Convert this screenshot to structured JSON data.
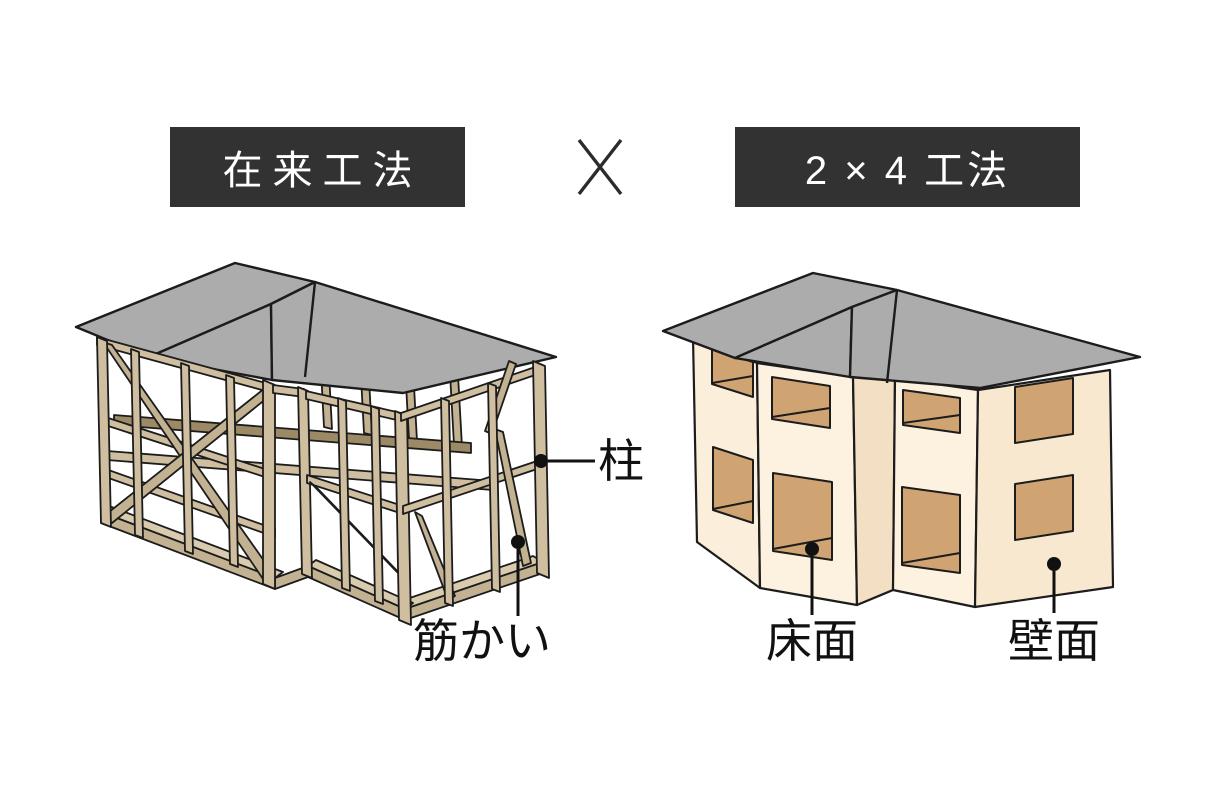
{
  "page": {
    "background": "#ffffff",
    "description": "Comparison diagram of Japanese house construction methods"
  },
  "header": {
    "left_method_label": "在来工法",
    "separator": "×",
    "right_method_label": "2 × 4 工法",
    "box_bg": "#323232",
    "box_text_color": "#ffffff"
  },
  "left_house": {
    "method": "在来工法",
    "style": "post-and-beam timber frame skeleton with gray hip roof",
    "labels": {
      "pillar": "柱",
      "diagonal_brace": "筋かい"
    },
    "colors": {
      "roof_gray": "#acacac",
      "wood_light": "#cfbfa0",
      "wood_mid": "#c3b292",
      "beam_dark": "#9c8965",
      "outline": "#1c1c1c"
    }
  },
  "right_house": {
    "method": "2 × 4 工法",
    "style": "panel construction house with cream walls, tan openings, gray hip roof",
    "labels": {
      "floor_panel": "床面",
      "wall_panel": "壁面"
    },
    "colors": {
      "roof_gray": "#acacac",
      "wall_cream": "#fdf1e0",
      "wall_shade": "#f3dfc4",
      "window_tan": "#d0a472",
      "outline": "#1c1c1c"
    }
  }
}
